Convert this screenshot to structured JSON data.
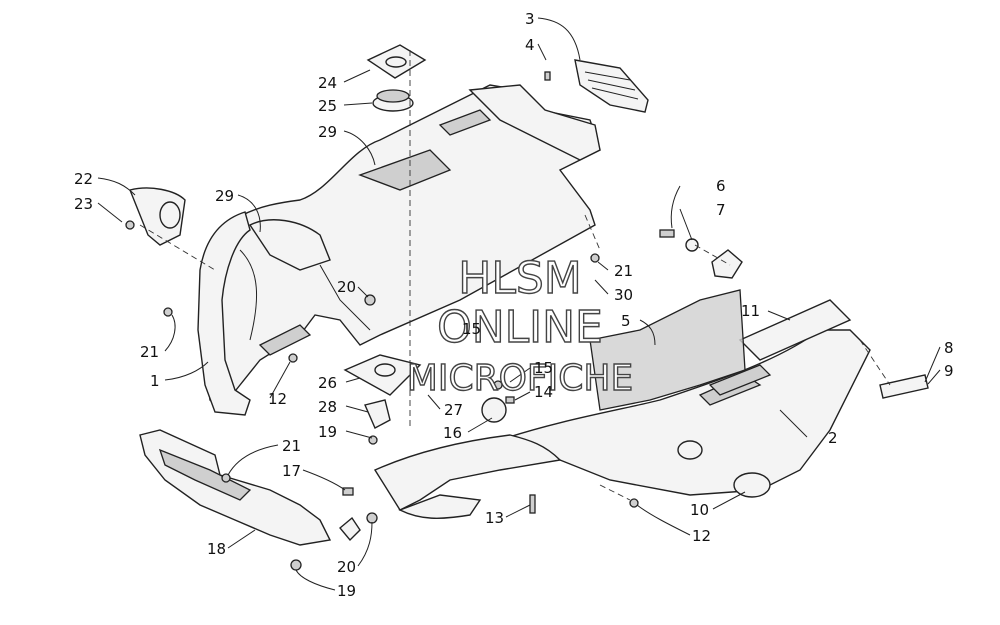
{
  "watermark": {
    "line1": "HLSM",
    "line2": "ONLINE",
    "line3": "MICROFICHE"
  },
  "callouts": {
    "c1": "1",
    "c2": "2",
    "c3": "3",
    "c4": "4",
    "c5": "5",
    "c6": "6",
    "c7": "7",
    "c8": "8",
    "c9": "9",
    "c10": "10",
    "c11": "11",
    "c12a": "12",
    "c12b": "12",
    "c13": "13",
    "c14": "14",
    "c15": "15",
    "c15b": "15",
    "c16": "16",
    "c17": "17",
    "c18": "18",
    "c19a": "19",
    "c19b": "19",
    "c20a": "20",
    "c20b": "20",
    "c21a": "21",
    "c21b": "21",
    "c21c": "21",
    "c22": "22",
    "c23": "23",
    "c24": "24",
    "c25": "25",
    "c26": "26",
    "c27": "27",
    "c28": "28",
    "c29a": "29",
    "c29b": "29",
    "c30": "30"
  }
}
